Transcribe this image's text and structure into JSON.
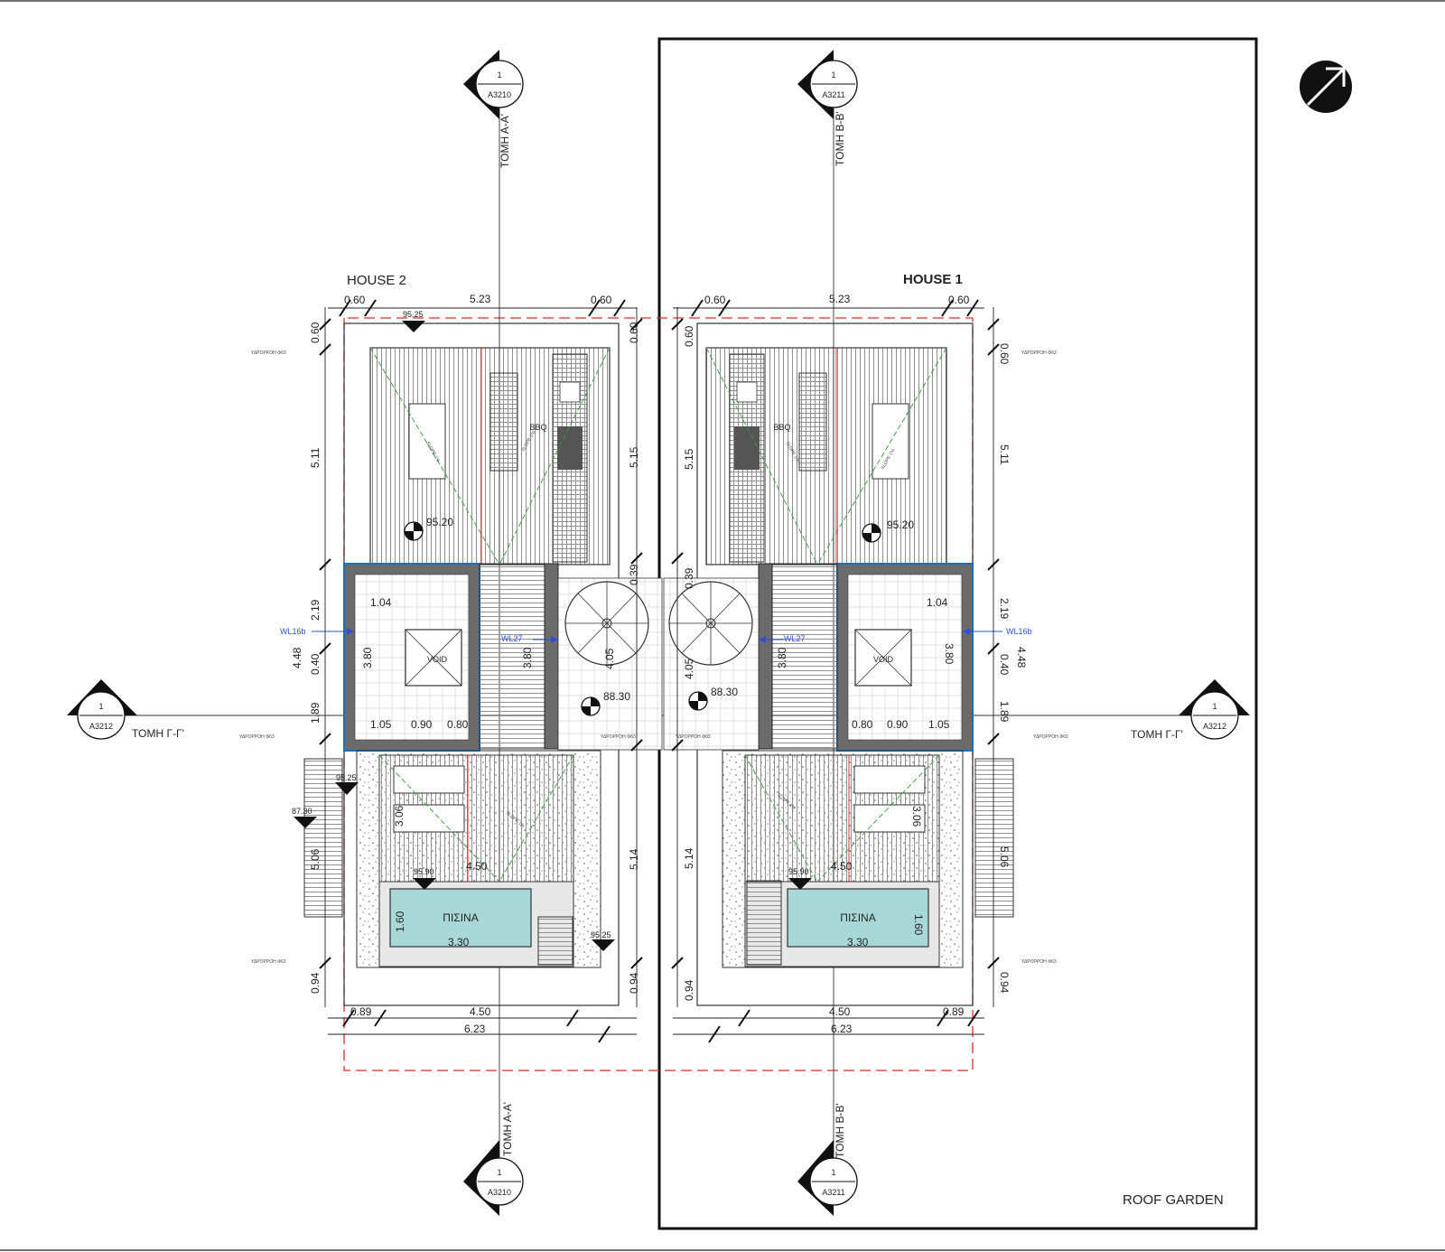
{
  "labels": {
    "house2": "HOUSE 2",
    "house1": "HOUSE 1",
    "roof_garden": "ROOF GARDEN",
    "pool_left": "ΠΙΣΙΝΑ",
    "pool_right": "ΠΙΣΙΝΑ",
    "void": "VOID",
    "bbq": "BBQ",
    "slope": "SLOPE 1%",
    "drain": "ΥΔΡΟΡΡΟΗ Φ63",
    "wl16b": "WL16b",
    "wl27": "WL27"
  },
  "sections": {
    "aa": {
      "title": "ΤΟΜΗ Α-Α'",
      "num": "1",
      "sheet": "A3210"
    },
    "bb": {
      "title": "ΤΟΜΗ Β-Β'",
      "num": "1",
      "sheet": "A3211"
    },
    "gg": {
      "title": "ΤΟΜΗ Γ-Γ'",
      "num": "1",
      "sheet": "A3212"
    }
  },
  "levels": {
    "roof_left": "95.25",
    "terrace_left": "95.20",
    "terrace_right": "95.20",
    "stair_left": "88.30",
    "stair_right": "88.30",
    "pool_left": "95.90",
    "pool_right": "95.90",
    "left_side": "95.25",
    "left_low": "87.30",
    "pool_corner": "95.25"
  },
  "dims": {
    "d060": "0.60",
    "d523": "5.23",
    "d511": "5.11",
    "d515": "5.15",
    "d219": "2.19",
    "d448": "4.48",
    "d040": "0.40",
    "d189": "1.89",
    "d104": "1.04",
    "d105": "1.05",
    "d090": "0.90",
    "d080": "0.80",
    "d380": "3.80",
    "d039": "0.39",
    "d405": "4.05",
    "d306": "3.06",
    "d506": "5.06",
    "d514": "5.14",
    "d450": "4.50",
    "d160": "1.60",
    "d330": "3.30",
    "d094": "0.94",
    "d089": "0.89",
    "d623": "6.23"
  },
  "colors": {
    "line": "#222222",
    "hatch": "#9a9a9a",
    "wall": "#6b6b6b",
    "pool": "#a9d8d8",
    "red": "#d9302a",
    "green": "#3c9a3c",
    "blue": "#2b4fd8"
  }
}
